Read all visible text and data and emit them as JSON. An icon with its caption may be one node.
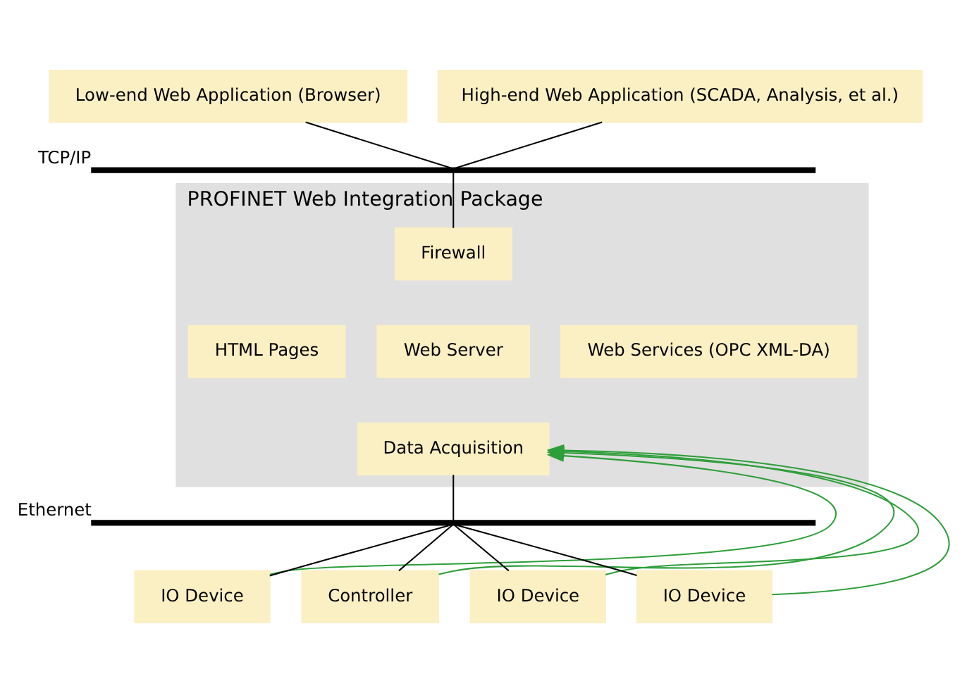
{
  "diagram": {
    "nodes": [
      {
        "text": [
          "Low-end Web Application (Browser)"
        ]
      },
      {
        "text": [
          "High-end Web Application (SCADA, Analysis, et al.)"
        ]
      },
      {
        "text": [],
        "shape": "bar",
        "beside": [
          "TCP/IP"
        ]
      },
      {
        "text": [
          "PROFINET Web Integration Package"
        ]
      },
      {
        "text": [
          "Firewall"
        ],
        "in": 3
      },
      {
        "text": [
          "HTML Pages"
        ],
        "in": 3
      },
      {
        "text": [
          "Web Server"
        ],
        "in": 3
      },
      {
        "text": [
          "Web Services (OPC XML-DA)"
        ],
        "in": 3
      },
      {
        "text": [
          "Data Acquisition"
        ],
        "in": 3
      },
      {
        "text": [],
        "shape": "bar",
        "beside": [
          "Ethernet"
        ]
      },
      {
        "text": [
          "IO Device"
        ]
      },
      {
        "text": [
          "Controller"
        ]
      },
      {
        "text": [
          "IO Device"
        ]
      },
      {
        "text": [
          "IO Device"
        ]
      }
    ],
    "edges": [
      {
        "from": 0,
        "to": 2,
        "arrow": "none"
      },
      {
        "from": 1,
        "to": 2,
        "arrow": "none"
      },
      {
        "from": 2,
        "to": 4,
        "arrow": "none"
      },
      {
        "from": 8,
        "to": 9,
        "arrow": "none"
      },
      {
        "from": 10,
        "to": 9,
        "arrow": "none"
      },
      {
        "from": 11,
        "to": 9,
        "arrow": "none"
      },
      {
        "from": 12,
        "to": 9,
        "arrow": "none"
      },
      {
        "from": 13,
        "to": 9,
        "arrow": "none"
      },
      {
        "from": 10,
        "to": 8,
        "arrow": "to",
        "color": "#2e9e3a"
      },
      {
        "from": 11,
        "to": 8,
        "arrow": "to",
        "color": "#2e9e3a"
      },
      {
        "from": 12,
        "to": 8,
        "arrow": "to",
        "color": "#2e9e3a"
      },
      {
        "from": 13,
        "to": 8,
        "arrow": "to",
        "color": "#2e9e3a"
      }
    ]
  }
}
